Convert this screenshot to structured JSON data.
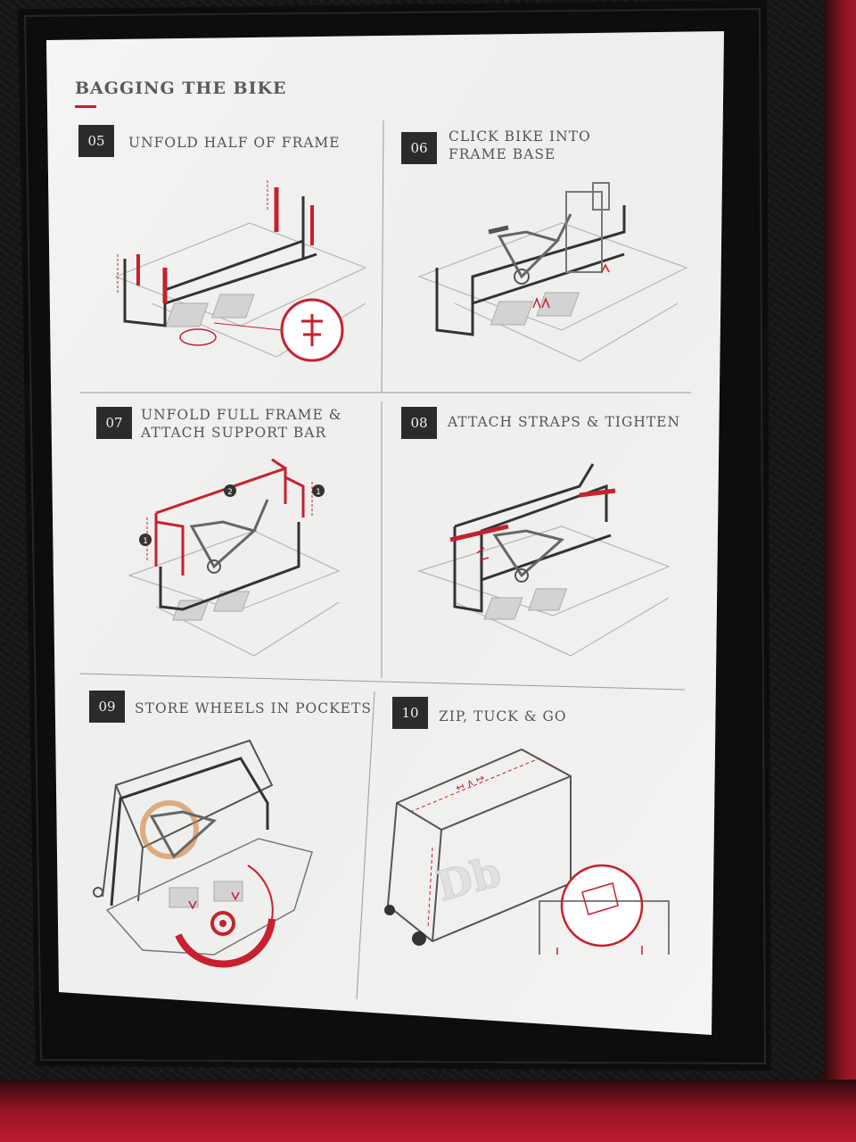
{
  "card": {
    "title": "BAGGING THE BIKE",
    "accent_color": "#c8202e",
    "badge_color": "#2b2b2b"
  },
  "steps": [
    {
      "number": "05",
      "label": "UNFOLD HALF OF FRAME"
    },
    {
      "number": "06",
      "label": "CLICK BIKE INTO\nFRAME BASE"
    },
    {
      "number": "07",
      "label": "UNFOLD FULL FRAME &\nATTACH SUPPORT BAR"
    },
    {
      "number": "08",
      "label": "ATTACH STRAPS & TIGHTEN"
    },
    {
      "number": "09",
      "label": "STORE WHEELS IN POCKETS"
    },
    {
      "number": "10",
      "label": "ZIP, TUCK & GO"
    }
  ],
  "diagram_marks": {
    "step07_callouts": [
      "1",
      "2",
      "1"
    ],
    "bag_logo": "Db"
  }
}
